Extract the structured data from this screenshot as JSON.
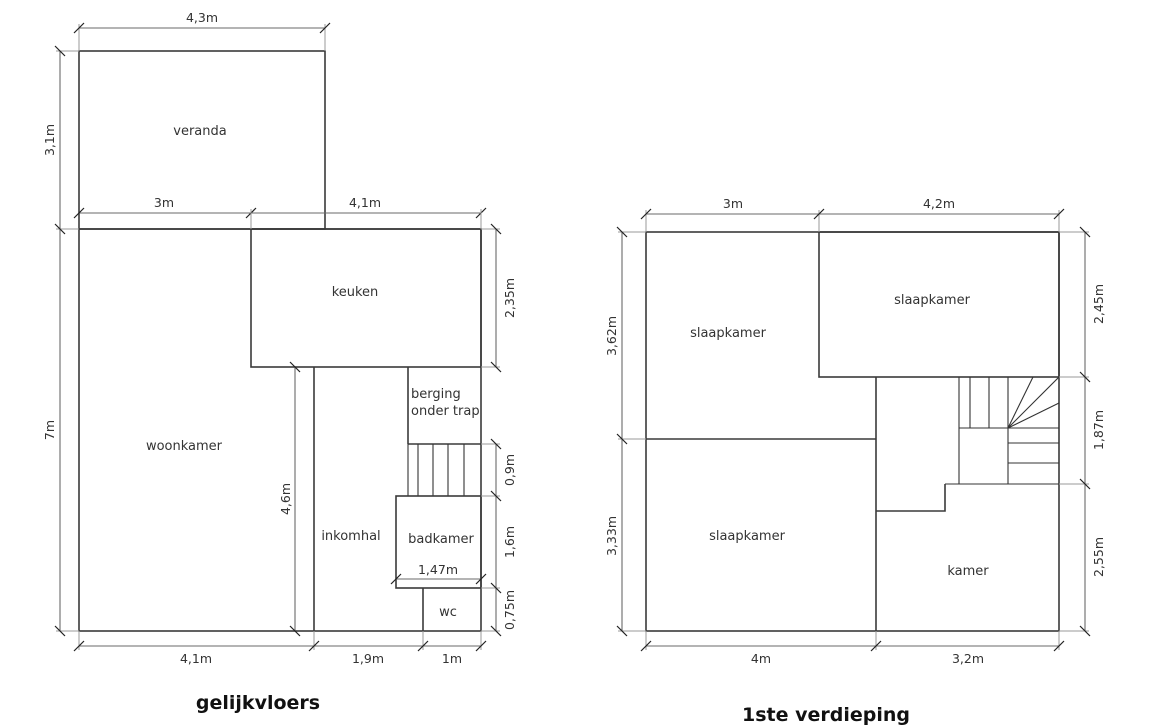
{
  "floors": [
    {
      "title": "gelijkvloers",
      "rooms": {
        "veranda": "veranda",
        "keuken": "keuken",
        "woonkamer": "woonkamer",
        "berging_line1": "berging",
        "berging_line2": "onder trap",
        "inkomhal": "inkomhal",
        "badkamer": "badkamer",
        "wc": "wc"
      },
      "dimensions": {
        "veranda_width": "4,3m",
        "veranda_height": "3,1m",
        "woonkamer_top_width": "3m",
        "keuken_top_width": "4,1m",
        "total_height": "7m",
        "keuken_height": "2,35m",
        "stair_height": "0,9m",
        "badkamer_height": "1,6m",
        "wc_height": "0,75m",
        "inkomhal_height": "4,6m",
        "badkamer_width": "1,47m",
        "bottom_left": "4,1m",
        "bottom_middle": "1,9m",
        "bottom_right": "1m"
      }
    },
    {
      "title": "1ste verdieping",
      "rooms": {
        "slaapkamer_top_left": "slaapkamer",
        "slaapkamer_top_right": "slaapkamer",
        "slaapkamer_bottom_left": "slaapkamer",
        "kamer": "kamer"
      },
      "dimensions": {
        "top_left_width": "3m",
        "top_right_width": "4,2m",
        "left_upper_height": "3,62m",
        "left_lower_height": "3,33m",
        "right_upper_height": "2,45m",
        "right_middle_height": "1,87m",
        "right_lower_height": "2,55m",
        "bottom_left_width": "4m",
        "bottom_right_width": "3,2m"
      }
    }
  ]
}
